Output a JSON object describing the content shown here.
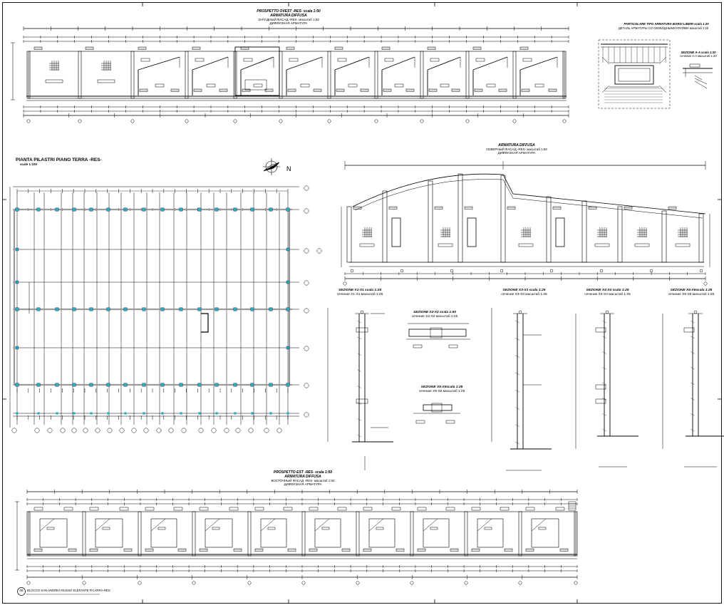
{
  "drawing": {
    "title_block": {
      "sheet_number": "08",
      "caption": "BLOCCO SAN ANDREA RUSSO ELEFANTE FICARRA-RES"
    },
    "north_label": "N",
    "plan": {
      "title": "PIANTA PILASTRI PIANO TERRA -RES-",
      "scale": "scale 1:100"
    },
    "views": {
      "west_elevation": {
        "title": "PROSPETTO OVEST -RES- scala 1:50",
        "subtitle": "ARMATURA DIFFUSA",
        "ru_line1": "ЗАПАДНЫЙ ФАСАД -RES- масштаб 1:50",
        "ru_line2": "ДИФФУЗНАЯ АРМАТУРА"
      },
      "detail_tipo": {
        "title": "PARTICOLARE TIPO ARMATURA BORDI LIBERI scala 1:20",
        "subtitle": "ДЕТАЛЬ АРМАТУРЫ СО СВОБОДНЫМИ КРАЯМИ масштаб 1:20"
      },
      "section_aa": {
        "title": "SEZIONE A-A scala 1:20",
        "subtitle": "сечение A-A масштаб 1:20"
      },
      "north_elevation": {
        "title": "ARMATURA DIFFUSA",
        "ru_line1": "СЕВЕРНЫЙ ФАСАД -RES- масштаб 1:50",
        "ru_line2": "ДИФФУЗНАЯ АРМАТУРА"
      },
      "east_elevation": {
        "title": "PROSPETTO EST -RES- scala 1:50",
        "subtitle": "ARMATURA DIFFUSA",
        "ru_line1": "ВОСТОЧНЫЙ ФАСАД -RES- масштаб 1:50",
        "ru_line2": "ДИФФУЗНАЯ АРМАТУРА"
      }
    },
    "sections": [
      {
        "title": "SEZIONE X1-X1 scala 1:25",
        "subtitle": "сечение X1-X1 масштаб 1:25"
      },
      {
        "title": "SEZIONE X2-X2 scala 1:50",
        "subtitle": "сечение X2-X2 масштаб 1:25"
      },
      {
        "title": "SEZIONE X3-X3 scala 1:25",
        "subtitle": "сечение X3-X3 масштаб 1:25"
      },
      {
        "title": "SEZIONE X4-X4 scala 1:25",
        "subtitle": "сечение X4-X4 масштаб 1:25"
      },
      {
        "title": "SEZIONE X5-X5scala 1:25",
        "subtitle": "сечение X5-X5 масштаб 1:25"
      },
      {
        "title": "SEZIONE X6-X6scala 1:25",
        "subtitle": "сечение X6-X6 масштаб 1:25"
      }
    ],
    "colors": {
      "line": "#000000",
      "column_marker": "#2aa9c9",
      "beam": "#9a9a9a",
      "background": "#ffffff"
    }
  }
}
